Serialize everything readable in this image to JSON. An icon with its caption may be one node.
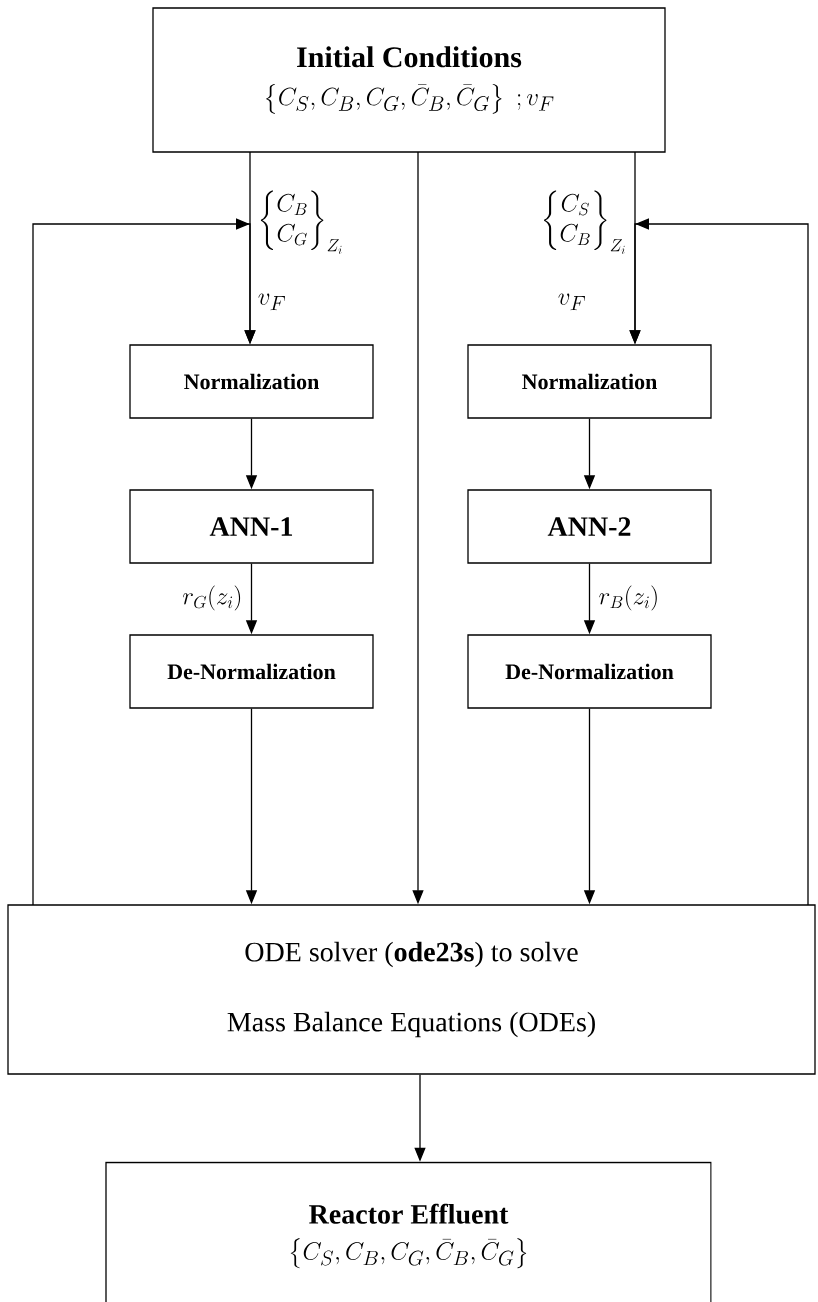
{
  "diagram": {
    "nodes": [
      {
        "text": [
          "Initial Conditions",
          "\\left\\{C_S,C_B,C_G,\\bar{C}_B,\\bar{C}_G\\right\\}\\ ;v_F"
        ]
      },
      {
        "text": [
          "Normalization"
        ]
      },
      {
        "text": [
          "ANN-1"
        ]
      },
      {
        "text": [
          "De-Normalization"
        ]
      },
      {
        "text": [
          "Normalization"
        ]
      },
      {
        "text": [
          "ANN-2"
        ]
      },
      {
        "text": [
          "De-Normalization"
        ]
      },
      {
        "text": [
          "ODE solver (**ode23s**) to solve",
          "Mass Balance Equations (ODEs)"
        ]
      },
      {
        "text": [
          "Reactor Effluent",
          "\\left\\{C_S,C_B,C_G,\\bar{C}_B,\\bar{C}_G\\right\\}"
        ]
      }
    ],
    "edges": [
      {
        "from": 0,
        "to": 1,
        "arrow": "to",
        "label": "\\begin{Bmatrix}C_B\\\\ C_G\\end{Bmatrix}_{Z_i}"
      },
      {
        "from": 0,
        "to": 4,
        "arrow": "to",
        "label": "\\begin{Bmatrix}C_S\\\\ C_B\\end{Bmatrix}_{Z_i}"
      },
      {
        "from": 0,
        "to": 7,
        "arrow": "to"
      },
      {
        "from": 1,
        "to": 2,
        "arrow": "to"
      },
      {
        "from": 2,
        "to": 3,
        "arrow": "to",
        "label": "r_G(z_i)"
      },
      {
        "from": 3,
        "to": 7,
        "arrow": "to"
      },
      {
        "from": 4,
        "to": 5,
        "arrow": "to"
      },
      {
        "from": 5,
        "to": 6,
        "arrow": "to",
        "label": "r_B(z_i)"
      },
      {
        "from": 6,
        "to": 7,
        "arrow": "to"
      },
      {
        "from": 7,
        "to": 8,
        "arrow": "to"
      },
      {
        "from": 7,
        "to": 1,
        "arrow": "to"
      },
      {
        "from": 7,
        "to": 4,
        "arrow": "to"
      }
    ],
    "labels": [
      "v_F",
      "v_F"
    ]
  }
}
